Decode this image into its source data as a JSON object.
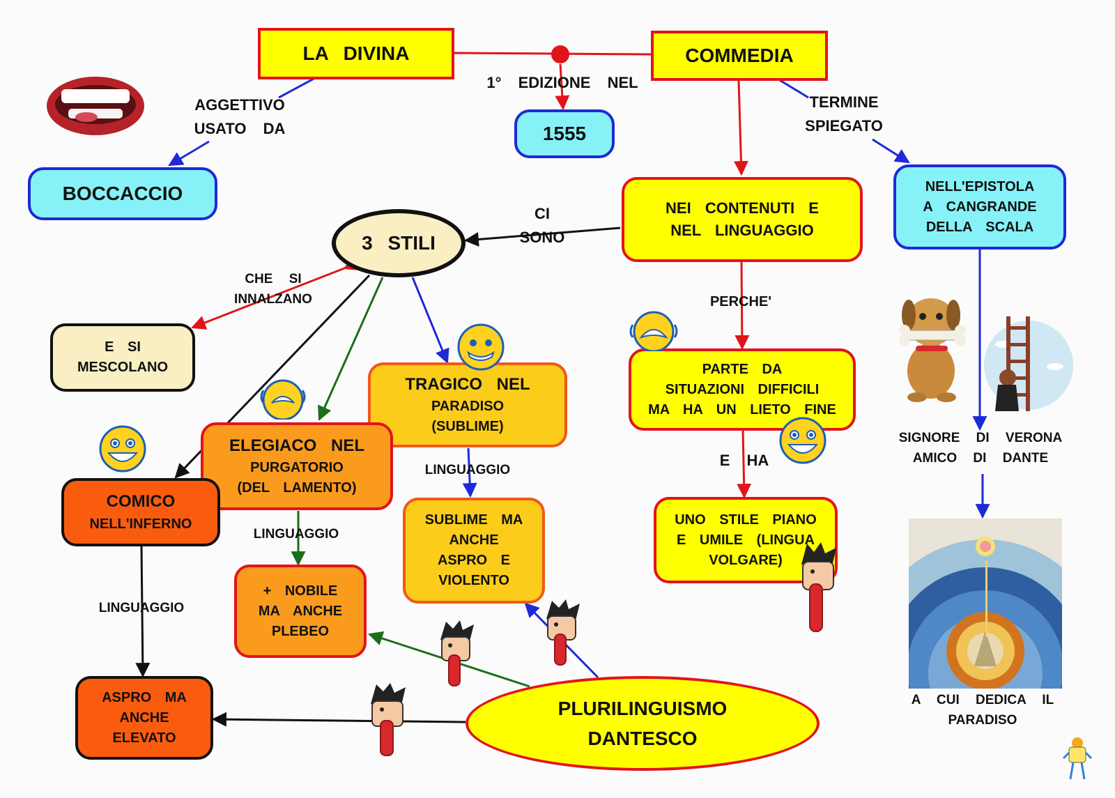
{
  "nodes": {
    "la_divina": "LA   DIVINA",
    "commedia": "COMMEDIA",
    "n1555": "1555",
    "boccaccio": "BOCCACCIO",
    "contenuti": [
      "NEI    CONTENUTI    E",
      "NEL    LINGUAGGIO"
    ],
    "epistola": [
      "NELL'EPISTOLA",
      "A   CANGRANDE",
      "DELLA    SCALA"
    ],
    "tre_stili": "3   STILI",
    "mescolano": [
      "E   SI",
      "MESCOLANO"
    ],
    "tragico": [
      "TRAGICO   NEL",
      "PARADISO",
      "(SUBLIME)"
    ],
    "elegiaco": [
      "ELEGIACO   NEL",
      "PURGATORIO",
      "(DEL    LAMENTO)"
    ],
    "comico": [
      "COMICO",
      "NELL'INFERNO"
    ],
    "parte_da": [
      "PARTE    DA",
      "SITUAZIONI    DIFFICILI",
      "MA   HA   UN   LIETO   FINE"
    ],
    "sublime_aspro": [
      "SUBLIME    MA",
      "ANCHE",
      "ASPRO   E",
      "VIOLENTO"
    ],
    "nobile": [
      "+   NOBILE",
      "MA    ANCHE",
      "PLEBEO"
    ],
    "stile_piano": [
      "UNO    STILE    PIANO",
      "E   UMILE    (LINGUA",
      "VOLGARE)"
    ],
    "aspro_elevato": [
      "ASPRO    MA",
      "ANCHE",
      "ELEVATO"
    ],
    "plurilinguismo": [
      "PLURILINGUISMO",
      "DANTESCO"
    ]
  },
  "links": {
    "edizione": "1°    EDIZIONE    NEL",
    "aggettivo": [
      "AGGETTIVO",
      "USATO   DA"
    ],
    "termine": [
      "TERMINE",
      "SPIEGATO"
    ],
    "ci_sono": [
      "CI",
      "SONO"
    ],
    "che_si": [
      "CHE   SI",
      "INNALZANO"
    ],
    "perche": "PERCHE'",
    "e_ha": "E   HA",
    "linguaggio_comico": "LINGUAGGIO",
    "linguaggio_elegiaco": "LINGUAGGIO",
    "linguaggio_tragico": "LINGUAGGIO",
    "signore": [
      "SIGNORE    DI    VERONA",
      "AMICO    DI    DANTE"
    ],
    "a_cui": [
      "A   CUI    DEDICA    IL",
      "PARADISO"
    ]
  },
  "colors": {
    "red": "#e2141b",
    "blue": "#1d2ad6",
    "green": "#1c6e1a",
    "black": "#111111"
  },
  "icons": [
    "mouth-icon",
    "laughing-emoji-icon",
    "smiling-emoji-icon",
    "crying-emoji-icon",
    "tongue-cartoon-icon",
    "dog-with-bone-icon",
    "ladder-climber-icon",
    "paradise-diagram-icon",
    "mascot-icon"
  ]
}
